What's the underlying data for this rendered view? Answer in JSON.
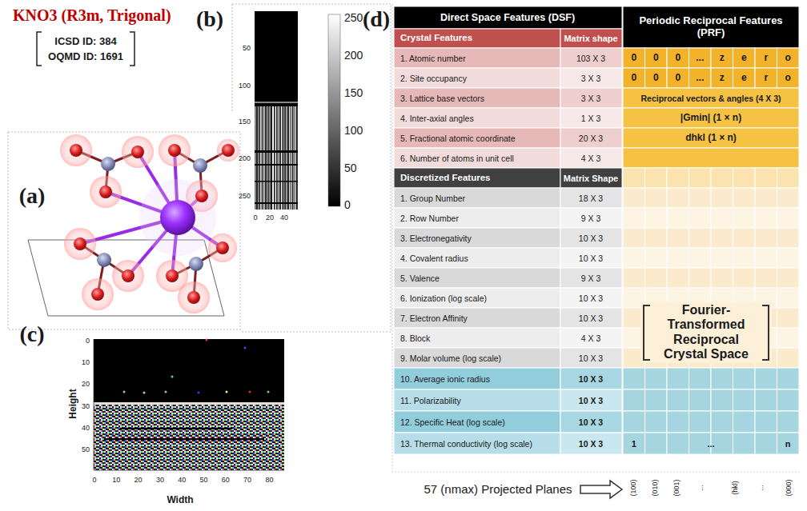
{
  "diagram": {
    "title": "KNO3 (R3m, Trigonal)",
    "labels": [
      "ICSD ID: 384",
      "OQMD ID: 1691",
      "(a)",
      "(b)",
      "(c)",
      "(d)",
      "50",
      "100",
      "150",
      "200",
      "250",
      "0",
      "20",
      "40",
      "250",
      "200",
      "150",
      "100",
      "50",
      "0",
      "0",
      "10",
      "20",
      "30",
      "40",
      "50",
      "0",
      "10",
      "20",
      "30",
      "40",
      "50",
      "60",
      "70",
      "80",
      "Height",
      "Width",
      "Direct Space Features (DSF)",
      "Periodic Reciprocal Features (PRF)",
      "Crystal Features",
      "Matrix shape",
      "1. Atomic number",
      "103 X 3",
      "2. Site occupancy",
      "3 X 3",
      "3. Lattice base vectors",
      "3 X 3",
      "4. Inter-axial angles",
      "1 X 3",
      "5. Fractional atomic coordinate",
      "20 X 3",
      "6. Number of atoms in unit cell",
      "4 X 3",
      "Discretized Features",
      "Matrix Shape",
      "1. Group Number",
      "18 X 3",
      "2. Row Number",
      "9 X 3",
      "3. Electronegativity",
      "10 X 3",
      "4. Covalent radius",
      "10 X 3",
      "5. Valence",
      "9 X 3",
      "6. Ionization (log scale)",
      "10 X 3",
      "7. Electron Affinity",
      "10 X 3",
      "8. Block",
      "4 X 3",
      "9. Molar volume (log scale)",
      "10 X 3",
      "10. Average ionic radius",
      "10 X 3",
      "11. Polarizability",
      "10 X 3",
      "12. Specific Heat (log scale)",
      "10 X 3",
      "13. Thermal conductivity (log scale)",
      "10 X 3",
      "0",
      "0",
      "0",
      "...",
      "z",
      "e",
      "r",
      "o",
      "0",
      "0",
      "0",
      "...",
      "z",
      "e",
      "r",
      "o",
      "Reciprocal vectors & angles (4 X 3)",
      "|Gmin| (1 × n)",
      "dhkl (1 × n)",
      "Fourier-Transformed Reciprocal Crystal Space",
      "1",
      "...",
      "n",
      "57 (nmax) Projected Planes",
      "(100)",
      "(010)",
      "(001)",
      "...",
      "(hkl)",
      "...",
      "(000)"
    ]
  }
}
